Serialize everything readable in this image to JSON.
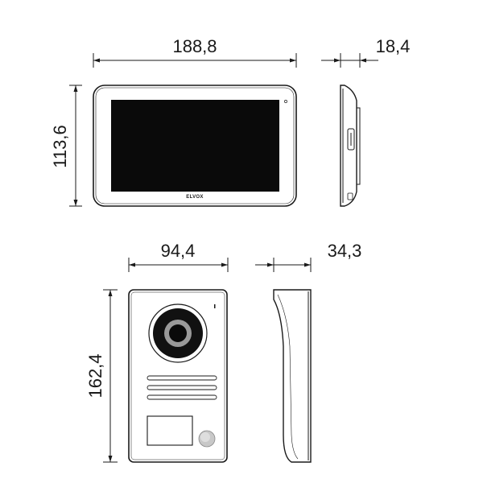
{
  "dimensions": {
    "monitor_width": "188,8",
    "monitor_depth": "18,4",
    "monitor_height": "113,6",
    "panel_width": "94,4",
    "panel_depth": "34,3",
    "panel_height": "162,4"
  },
  "logo": {
    "text": "ELVOX"
  },
  "colors": {
    "line": "#1a1a1a",
    "screen": "#0a0a0a",
    "lens_outer": "#111111",
    "lens_ring": "#9a9a9a",
    "button": "#c8c8c8"
  }
}
